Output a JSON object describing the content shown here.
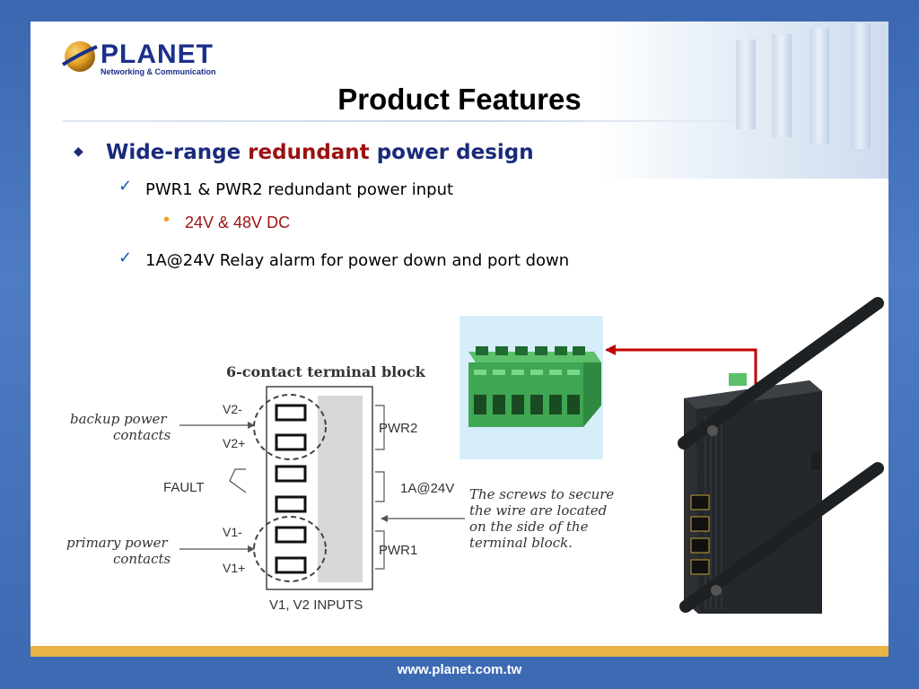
{
  "footer": {
    "url": "www.planet.com.tw"
  },
  "logo": {
    "name": "PLANET",
    "tagline": "Networking & Communication"
  },
  "slide": {
    "title": "Product Features",
    "bullet": {
      "part1": "Wide-range ",
      "part2": "redundant",
      "part3": " power design"
    },
    "items": [
      {
        "text": "PWR1 & PWR2 redundant power input"
      },
      {
        "text": "1A@24V Relay alarm for power down and port down"
      }
    ],
    "subitem": {
      "text": "24V & 48V DC"
    }
  },
  "diagram": {
    "title": "6-contact terminal block",
    "labels": {
      "backup": "backup power",
      "backup2": "contacts",
      "primary": "primary power",
      "primary2": "contacts",
      "fault": "FAULT",
      "v2m": "V2-",
      "v2p": "V2+",
      "v1m": "V1-",
      "v1p": "V1+",
      "pwr2": "PWR2",
      "relay": "1A@24V",
      "pwr1": "PWR1",
      "inputs": "V1, V2 INPUTS"
    },
    "note": [
      "The screws to secure",
      "the wire are located",
      "on the side of the",
      "terminal block."
    ]
  },
  "colors": {
    "background": "#3a67b0",
    "title_navy": "#1a2a7c",
    "accent_red": "#9c1010",
    "gold_bar": "#e9b345",
    "bullet_orange": "#f0a020"
  }
}
